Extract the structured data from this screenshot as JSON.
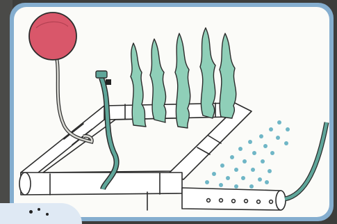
{
  "illustration": {
    "subject": "aquaponics-sketch",
    "elements": [
      "air-pump-ball",
      "air-hose",
      "pvc-frame",
      "seaweed-plants",
      "water-hose",
      "sprinkler-pipe",
      "water-droplets"
    ]
  },
  "colors": {
    "background": "#3d3d3b",
    "frame_border": "#85aecf",
    "card_fill": "#fbfbf8",
    "ball_fill": "#d9576a",
    "plant_fill": "#8fcfb8",
    "hose_fill": "#5fa69a",
    "droplet_fill": "#6fb6c6",
    "corner_card": "#dfe9f4"
  }
}
